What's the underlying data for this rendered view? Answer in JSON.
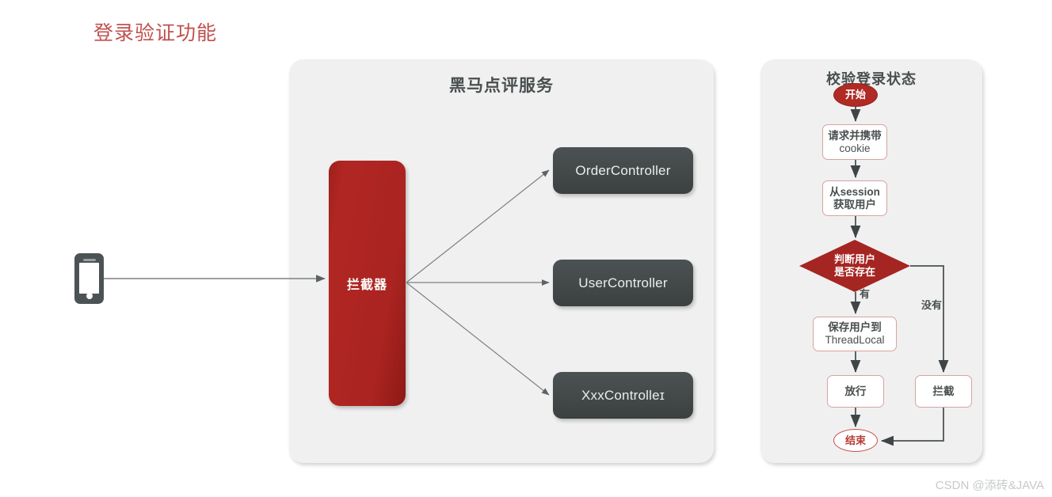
{
  "page": {
    "title": "登录验证功能",
    "title_color": "#c0504d",
    "background": "#ffffff",
    "watermark": "CSDN @添砖&JAVA"
  },
  "service_panel": {
    "title": "黑马点评服务",
    "panel_color": "#f0f0f0",
    "client": {
      "icon": "mobile-phone-icon"
    },
    "interceptor": {
      "label": "拦截器",
      "color": "#ab2421",
      "text_color": "#ffffff"
    },
    "controllers": [
      {
        "label": "OrderController",
        "color": "#434849"
      },
      {
        "label": "UserController",
        "color": "#434849"
      },
      {
        "label": "XxxControlleɪ",
        "color": "#434849"
      }
    ]
  },
  "flow_panel": {
    "title": "校验登录状态",
    "panel_color": "#f0f0f0",
    "accent_color": "#b02a26",
    "nodes": [
      {
        "id": "start",
        "type": "terminator",
        "label": "开始"
      },
      {
        "id": "request",
        "type": "process",
        "label_cn": "请求并携带",
        "label_en": "cookie"
      },
      {
        "id": "session",
        "type": "process",
        "label_cn": "从session",
        "label_en": "获取用户"
      },
      {
        "id": "decision",
        "type": "decision",
        "label_line1": "判断用户",
        "label_line2": "是否存在"
      },
      {
        "id": "save",
        "type": "process",
        "label_cn": "保存用户到",
        "label_en": "ThreadLocal"
      },
      {
        "id": "pass",
        "type": "process",
        "label_cn": "放行",
        "label_en": ""
      },
      {
        "id": "block",
        "type": "process",
        "label_cn": "拦截",
        "label_en": ""
      },
      {
        "id": "end",
        "type": "terminator",
        "label": "结束"
      }
    ],
    "branch_labels": {
      "yes": "有",
      "no": "没有"
    }
  }
}
